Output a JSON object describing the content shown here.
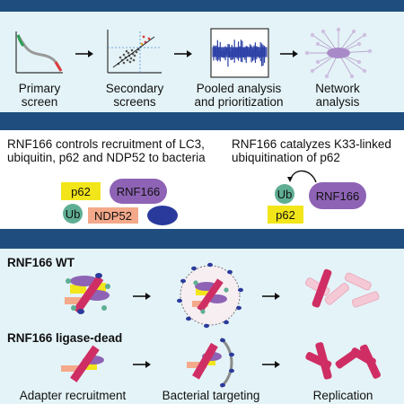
{
  "top_panel": {
    "steps": [
      {
        "label_line1": "Primary",
        "label_line2": "screen",
        "icon": "scatter-decline-plot-icon"
      },
      {
        "label_line1": "Secondary",
        "label_line2": "screens",
        "icon": "scatter-correlation-plot-icon"
      },
      {
        "label_line1": "Pooled analysis",
        "label_line2": "and prioritization",
        "icon": "pooled-data-plot-icon"
      },
      {
        "label_line1": "Network",
        "label_line2": "analysis",
        "icon": "network-graph-icon"
      }
    ]
  },
  "middle_panel": {
    "left_title_line1": "RNF166 controls recruitment of LC3,",
    "left_title_line2": "ubiquitin, p62 and NDP52 to bacteria",
    "right_title_line1": "RNF166 catalyzes K33-linked",
    "right_title_line2": "ubiquitination of p62",
    "proteins": {
      "p62": "p62",
      "rnf166": "RNF166",
      "ub": "Ub",
      "ndp52": "NDP52"
    }
  },
  "bottom_panel": {
    "wt_label": "RNF166 WT",
    "dead_label": "RNF166 ligase-dead",
    "stage_labels": [
      "Adapter recruitment",
      "Bacterial targeting",
      "Replication"
    ]
  },
  "colors": {
    "band": "#1f4e7e",
    "panel_bg": "#e4f3f7",
    "p62": "#f2e61a",
    "rnf166": "#8e63b5",
    "ub": "#5fae93",
    "ndp52": "#f4a98a",
    "lc3": "#2a3a9c",
    "bacteria": "#cf2e64"
  }
}
